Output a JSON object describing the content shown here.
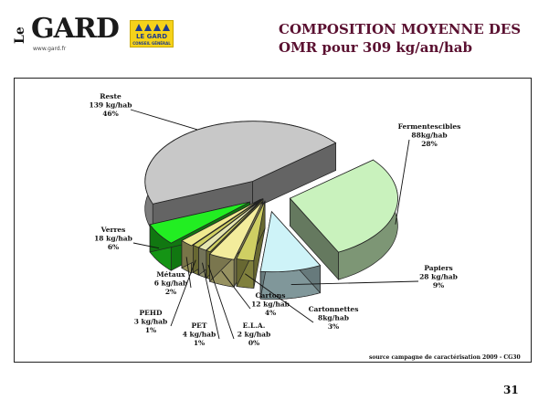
{
  "logo": {
    "le": "Le",
    "gard": "GARD",
    "url": "www.gard.fr",
    "badge_line1": "LE GARD",
    "badge_line2": "CONSEIL GÉNÉRAL"
  },
  "title": {
    "line1": "COMPOSITION MOYENNE DES",
    "line2": "OMR pour 309 kg/an/hab"
  },
  "source": "source campagne de caractérisation 2009 - CG30",
  "page_number": "31",
  "chart_data": {
    "type": "pie",
    "title": "",
    "unit": "kg/hab",
    "slices": [
      {
        "label": "Fermentescibles",
        "amount": "88kg/hab",
        "value": 88,
        "percent": "28%",
        "color": "#c9f2bd"
      },
      {
        "label": "Papiers",
        "amount": "28 kg/hab",
        "value": 28,
        "percent": "9%",
        "color": "#cef3f8"
      },
      {
        "label": "Cartonnettes",
        "amount": "8kg/hab",
        "value": 8,
        "percent": "3%",
        "color": "#cfcf63"
      },
      {
        "label": "Cartons",
        "amount": "12 kg/hab",
        "value": 12,
        "percent": "4%",
        "color": "#f3ec9c"
      },
      {
        "label": "E.L.A.",
        "amount": "2 kg/hab",
        "value": 2,
        "percent": "0%",
        "color": "#cfcf63"
      },
      {
        "label": "PET",
        "amount": "4 kg/hab",
        "value": 4,
        "percent": "1%",
        "color": "#e6e6b0"
      },
      {
        "label": "PEHD",
        "amount": "3 kg/hab",
        "value": 3,
        "percent": "1%",
        "color": "#cfcf63"
      },
      {
        "label": "Métaux",
        "amount": "6 kg/hab",
        "value": 6,
        "percent": "2%",
        "color": "#efe990"
      },
      {
        "label": "Verres",
        "amount": "18 kg/hab",
        "value": 18,
        "percent": "6%",
        "color": "#22ee22"
      },
      {
        "label": "Reste",
        "amount": "139 kg/hab",
        "value": 139,
        "percent": "46%",
        "color": "#c8c8c8"
      }
    ]
  }
}
